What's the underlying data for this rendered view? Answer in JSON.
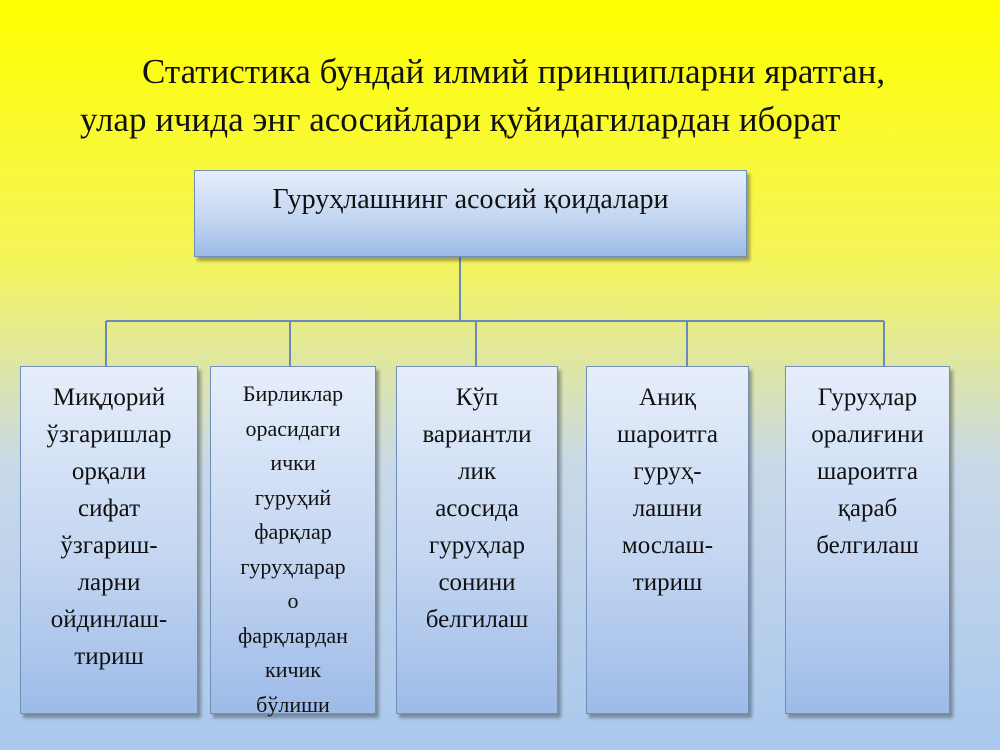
{
  "slide": {
    "title_line_1": "Статистика бундай илмий принципларни яратган,",
    "title_line_2": "улар ичида энг асосийлари қуйидагилардан иборат"
  },
  "diagram": {
    "root": {
      "label": "Гуруҳлашнинг асосий қоидалари"
    },
    "children": [
      {
        "lines": [
          "Миқдорий",
          "ўзгаришлар",
          "орқали",
          "сифат",
          "ўзгариш-",
          "ларни",
          "ойдинлаш-",
          "тириш"
        ]
      },
      {
        "lines": [
          "Бирликлар",
          "орасидаги",
          "ички",
          "гуруҳий",
          "фарқлар",
          "гуруҳларар",
          "о",
          "фарқлардан",
          "кичик",
          "бўлиши"
        ]
      },
      {
        "lines": [
          "Кўп",
          "вариантли",
          "лик",
          "асосида",
          "гуруҳлар",
          "сонини",
          "белгилаш"
        ]
      },
      {
        "lines": [
          "Аниқ",
          "шароитга",
          "гуруҳ-",
          "лашни",
          "мослаш-",
          "тириш"
        ]
      },
      {
        "lines": [
          "Гуруҳлар",
          "оралиғини",
          "шароитга",
          "қараб",
          "белгилаш"
        ]
      }
    ],
    "colors": {
      "connector": "#6a8ab8",
      "box_border": "#6f8fb8"
    }
  }
}
